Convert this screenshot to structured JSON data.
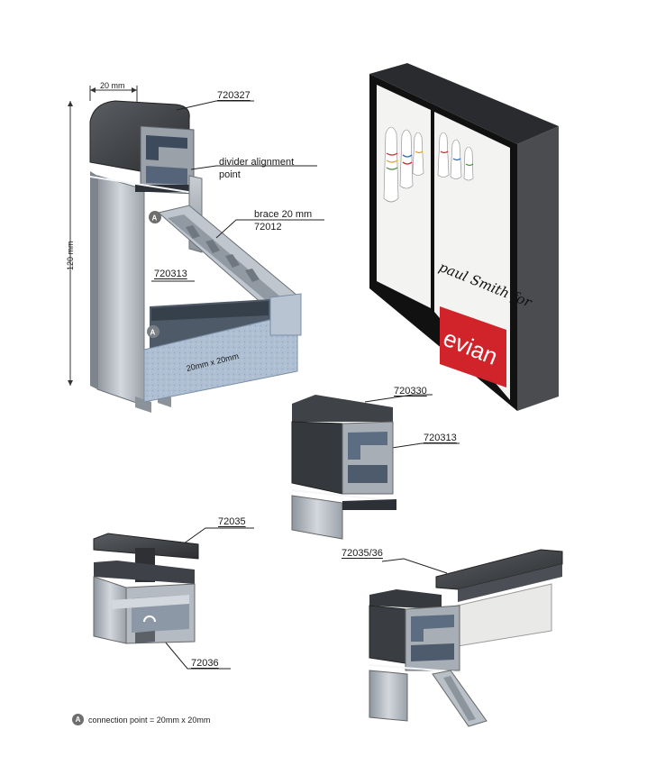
{
  "labels": {
    "width_dim": "20 mm",
    "height_dim": "120 mm",
    "part_720327": "720327",
    "divider_line1": "divider alignment",
    "divider_line2": "point",
    "brace_line1": "brace 20 mm",
    "brace_line2": "72012",
    "part_720313_top": "720313",
    "fill_dim": "20mm x 20mm",
    "point_a": "A",
    "part_720330": "720330",
    "part_720313_mid": "720313",
    "part_72035": "72035",
    "part_72036": "72036",
    "part_72035_36": "72035/36"
  },
  "poster": {
    "brand_script": "paul Smith for",
    "brand": "evian"
  },
  "legend": {
    "badge": "A",
    "text": "connection point = 20mm x 20mm"
  },
  "colors": {
    "aluminium": "#b8bec6",
    "dark_cap": "#3a3c40",
    "brand_red": "#d0232a",
    "accent_blue": "#9fb3c8"
  }
}
